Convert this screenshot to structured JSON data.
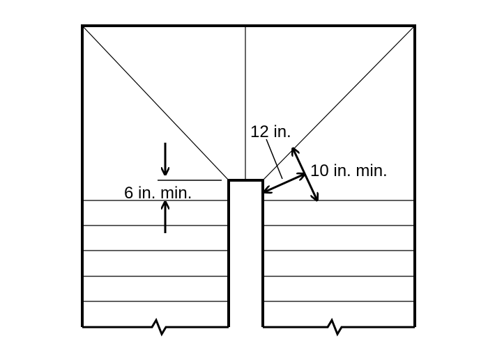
{
  "annotations": {
    "riser_label": "6 in. min.",
    "diagonal_label": "12 in.",
    "tread_label": "10 in. min."
  },
  "colors": {
    "line": "#000000",
    "background": "#ffffff"
  }
}
